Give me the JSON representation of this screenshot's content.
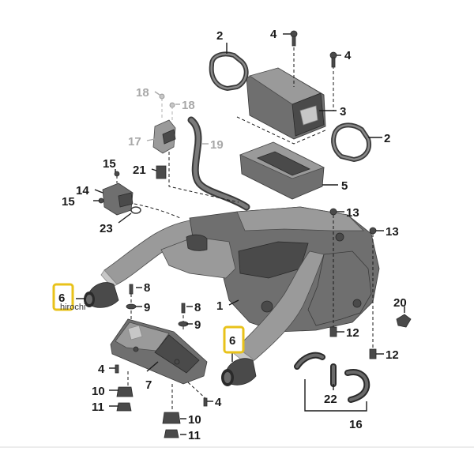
{
  "labels": {
    "l1": "1",
    "l2a": "2",
    "l2b": "2",
    "l3": "3",
    "l4a": "4",
    "l4b": "4",
    "l4c": "4",
    "l4d": "4",
    "l5": "5",
    "l6a": "6",
    "l6b": "6",
    "l7": "7",
    "l8a": "8",
    "l8b": "8",
    "l9a": "9",
    "l9b": "9",
    "l10a": "10",
    "l10b": "10",
    "l11a": "11",
    "l11b": "11",
    "l12a": "12",
    "l12b": "12",
    "l13a": "13",
    "l13b": "13",
    "l14": "14",
    "l15a": "15",
    "l15b": "15",
    "l16": "16",
    "l17": "17",
    "l18a": "18",
    "l18b": "18",
    "l19": "19",
    "l20": "20",
    "l21": "21",
    "l22": "22",
    "l23": "23"
  },
  "watermark": "hirochi",
  "colors": {
    "highlight": "#e8c21a",
    "part_dark": "#4a4a4a",
    "part_mid": "#6f6f6f",
    "ghost": "#a8a8a8"
  }
}
